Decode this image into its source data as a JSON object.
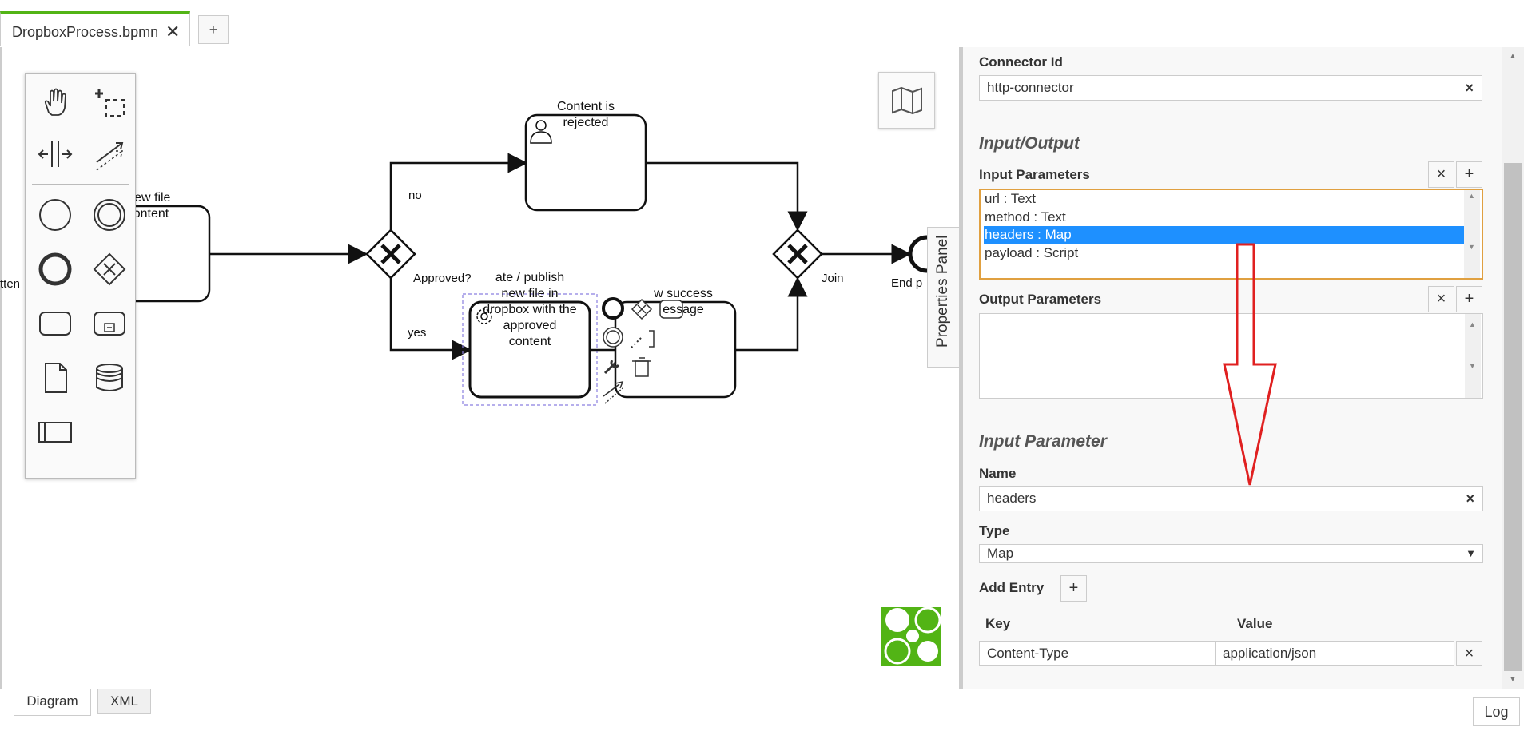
{
  "tabs": {
    "file_name": "DropboxProcess.bpmn",
    "close_glyph": "✕",
    "add_glyph": "+"
  },
  "diagram": {
    "tasks": {
      "review": "view file\ncontent",
      "rejected": "Content is\nrejected",
      "publish": "ate / publish\nnew file in\ndropbox with the\napproved\ncontent",
      "success": "w success\nessage"
    },
    "labels": {
      "left_cut": "tten",
      "no": "no",
      "yes": "yes",
      "approved": "Approved?",
      "join": "Join",
      "end": "End p"
    },
    "gateway_glyph": "X",
    "properties_panel_toggle": "Properties Panel"
  },
  "panel": {
    "connector_id_label": "Connector Id",
    "connector_id_value": "http-connector",
    "io_heading": "Input/Output",
    "input_params_label": "Input Parameters",
    "input_params": [
      "url : Text",
      "method : Text",
      "headers : Map",
      "payload : Script"
    ],
    "selected_input_index": 2,
    "output_params_label": "Output Parameters",
    "input_param_heading": "Input Parameter",
    "name_label": "Name",
    "name_value": "headers",
    "type_label": "Type",
    "type_value": "Map",
    "add_entry_label": "Add Entry",
    "key_header": "Key",
    "value_header": "Value",
    "entry_key": "Content-Type",
    "entry_value": "application/json",
    "clear_glyph": "×",
    "add_glyph": "+",
    "dropdown_glyph": "▼"
  },
  "bottom": {
    "diagram_tab": "Diagram",
    "xml_tab": "XML",
    "log_button": "Log"
  },
  "colors": {
    "accent": "#52b415",
    "selection": "#1e90ff",
    "annotation_arrow": "#e02020",
    "focus_border": "#e0a040"
  }
}
